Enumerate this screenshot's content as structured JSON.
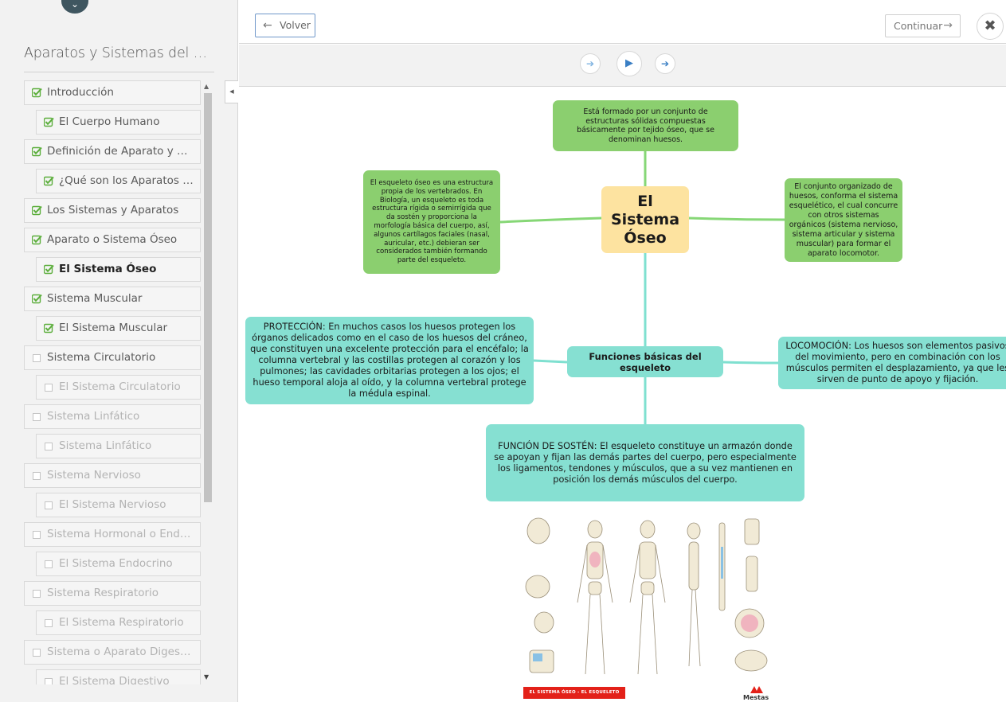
{
  "sidebar": {
    "course_title": "Aparatos y Sistemas del Cuerpo Humano",
    "items": [
      {
        "label": "Introducción",
        "level": 0,
        "state": "done"
      },
      {
        "label": "El Cuerpo Humano",
        "level": 1,
        "state": "done"
      },
      {
        "label": "Definición de Aparato y Sistema",
        "level": 0,
        "state": "done"
      },
      {
        "label": "¿Qué son los Aparatos y Sistemas?",
        "level": 1,
        "state": "done"
      },
      {
        "label": "Los Sistemas y Aparatos",
        "level": 0,
        "state": "done"
      },
      {
        "label": "Aparato o Sistema Óseo",
        "level": 0,
        "state": "done"
      },
      {
        "label": "El Sistema Óseo",
        "level": 1,
        "state": "active"
      },
      {
        "label": "Sistema Muscular",
        "level": 0,
        "state": "done"
      },
      {
        "label": "El Sistema Muscular",
        "level": 1,
        "state": "done"
      },
      {
        "label": "Sistema Circulatorio",
        "level": 0,
        "state": "open"
      },
      {
        "label": "El Sistema Circulatorio",
        "level": 1,
        "state": "locked"
      },
      {
        "label": "Sistema Linfático",
        "level": 0,
        "state": "locked"
      },
      {
        "label": "Sistema Linfático",
        "level": 1,
        "state": "locked"
      },
      {
        "label": "Sistema Nervioso",
        "level": 0,
        "state": "locked"
      },
      {
        "label": "El Sistema Nervioso",
        "level": 1,
        "state": "locked"
      },
      {
        "label": "Sistema Hormonal o Endocrino",
        "level": 0,
        "state": "locked"
      },
      {
        "label": "El Sistema Endocrino",
        "level": 1,
        "state": "locked"
      },
      {
        "label": "Sistema Respiratorio",
        "level": 0,
        "state": "locked"
      },
      {
        "label": "El Sistema Respiratorio",
        "level": 1,
        "state": "locked"
      },
      {
        "label": "Sistema o Aparato Digestivo",
        "level": 0,
        "state": "locked"
      },
      {
        "label": "El Sistema Digestivo",
        "level": 1,
        "state": "locked"
      }
    ]
  },
  "header": {
    "back_label": "Volver",
    "continue_label": "Continuar"
  },
  "mindmap": {
    "center": [
      "El",
      "Sistema",
      "Óseo"
    ],
    "top": "Está formado por un conjunto de estructuras sólidas compuestas básicamente por tejido óseo, que se denominan huesos.",
    "left": "El esqueleto óseo es una estructura propia de los vertebrados. En Biología, un esqueleto es toda estructura rígida o semirrígida que da sostén y proporciona la morfología básica del cuerpo, así, algunos cartílagos faciales (nasal, auricular, etc.) debieran ser considerados también formando parte del esqueleto.",
    "right": "El conjunto organizado de huesos, conforma el sistema esquelético, el cual concurre con otros sistemas orgánicos (sistema nervioso, sistema articular y sistema muscular) para formar el aparato locomotor.",
    "functions": "Funciones básicas del esqueleto",
    "proteccion": "PROTECCIÓN: En muchos casos los huesos protegen los órganos delicados como en el caso de los huesos del cráneo, que constituyen una excelente protección para el encéfalo; la columna vertebral y las costillas protegen al corazón y los pulmones; las cavidades orbitarias protegen a los ojos; el hueso temporal aloja al oído, y la columna vertebral protege la médula espinal.",
    "locomocion": "LOCOMOCIÓN: Los huesos son elementos pasivos del movimiento, pero en combinación con los músculos permiten el desplazamiento, ya que les sirven de punto de apoyo y fijación.",
    "sosten": "FUNCIÓN DE SOSTÉN: El esqueleto constituye un armazón donde se apoyan y fijan las demás partes del cuerpo, pero especialmente los ligamentos, tendones y músculos, que a su vez mantienen en posición los demás músculos del cuerpo."
  },
  "poster": {
    "banner": "EL SISTEMA ÓSEO - EL ESQUELETO",
    "logo": "Mestas"
  },
  "colors": {
    "green_node": "#8bcf6f",
    "teal_node": "#86e0d2",
    "center_node": "#fde3a0",
    "link_green": "#86d776",
    "link_teal": "#7fe0d0",
    "check": "#5cae3c",
    "back_border": "#6f97c9"
  }
}
